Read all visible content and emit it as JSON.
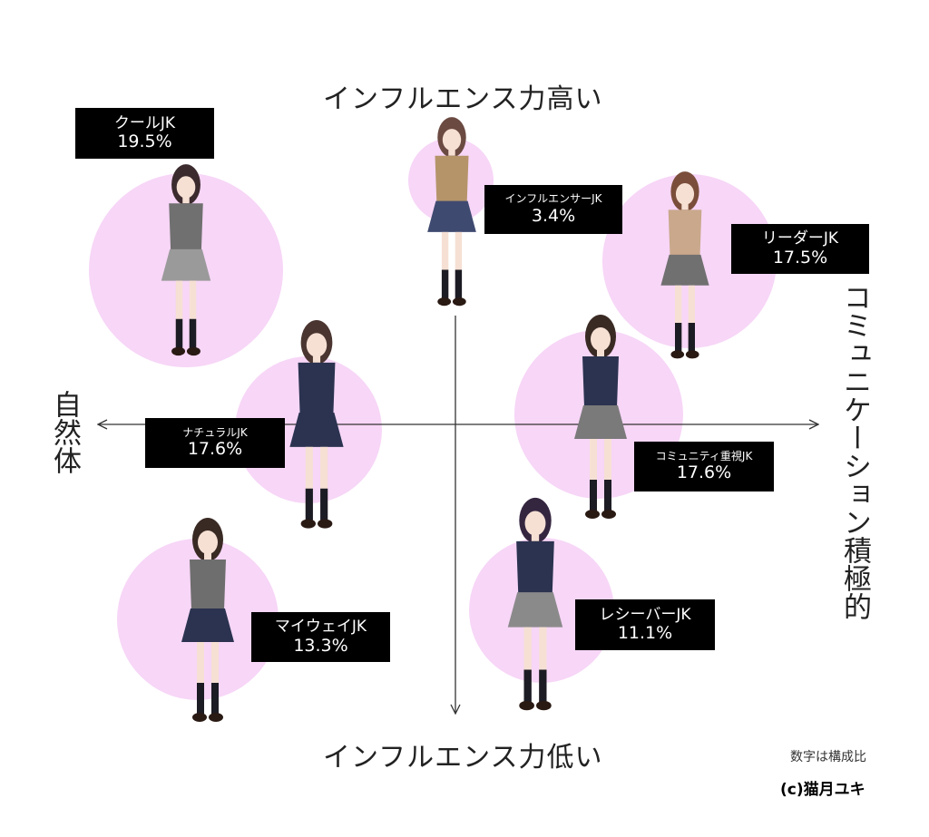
{
  "axes": {
    "top": "インフルエンス力高い",
    "bottom": "インフルエンス力低い",
    "left": "自然体",
    "right": "コミュニケーション積極的"
  },
  "types": [
    {
      "name": "クールJK",
      "share": "19.5%",
      "value": 19.5,
      "color": "#f7d6f7"
    },
    {
      "name": "インフルエンサーJK",
      "share": "3.4%",
      "value": 3.4,
      "color": "#f7d6f7"
    },
    {
      "name": "リーダーJK",
      "share": "17.5%",
      "value": 17.5,
      "color": "#f7d6f7"
    },
    {
      "name": "ナチュラルJK",
      "share": "17.6%",
      "value": 17.6,
      "color": "#f7d6f7"
    },
    {
      "name": "コミュニティ重視JK",
      "share": "17.6%",
      "value": 17.6,
      "color": "#f7d6f7"
    },
    {
      "name": "マイウェイJK",
      "share": "13.3%",
      "value": 13.3,
      "color": "#f7d6f7"
    },
    {
      "name": "レシーバーJK",
      "share": "11.1%",
      "value": 11.1,
      "color": "#f7d6f7"
    }
  ],
  "note": "数字は構成比",
  "credit": "(c)猫月ユキ",
  "figure_icon": "schoolgirl-figure",
  "colors": {
    "bubble": "#f7d6f7",
    "label_bg": "#000000",
    "label_text": "#ffffff",
    "axis": "#333333"
  }
}
